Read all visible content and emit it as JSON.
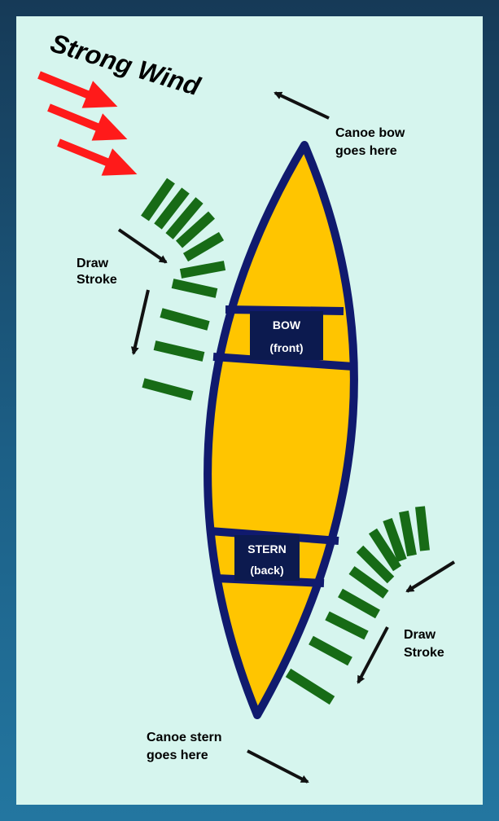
{
  "diagram": {
    "title": "Strong Wind",
    "bow_callout": [
      "Canoe bow",
      "goes here"
    ],
    "stern_callout": [
      "Canoe stern",
      "goes here"
    ],
    "draw_stroke_left": [
      "Draw",
      "Stroke"
    ],
    "draw_stroke_right": [
      "Draw",
      "Stroke"
    ],
    "bow_seat": [
      "BOW",
      "(front)"
    ],
    "stern_seat": [
      "STERN",
      "(back)"
    ]
  },
  "colors": {
    "background_outer": "#1c5f86",
    "panel": "#d6f5ee",
    "canoe_fill": "#ffc500",
    "canoe_outline": "#101a6e",
    "seat": "#0c1a4f",
    "stroke_marks": "#176b16",
    "wind_arrows": "#ff1a1a",
    "callout_arrows": "#111111"
  }
}
